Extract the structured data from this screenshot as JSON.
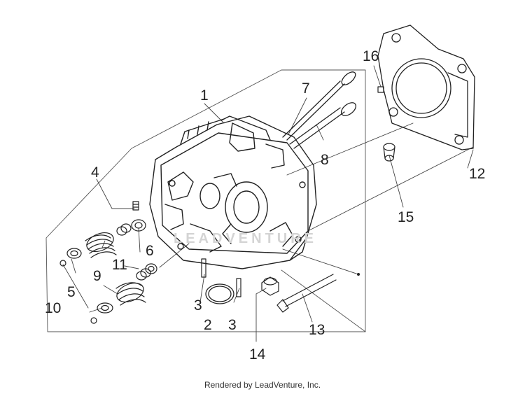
{
  "callouts": [
    "1",
    "2",
    "3",
    "3",
    "4",
    "5",
    "6",
    "7",
    "8",
    "9",
    "10",
    "11",
    "12",
    "13",
    "14",
    "15",
    "16"
  ],
  "watermark": "LEADVENTURE",
  "footer": "Rendered by LeadVenture, Inc."
}
